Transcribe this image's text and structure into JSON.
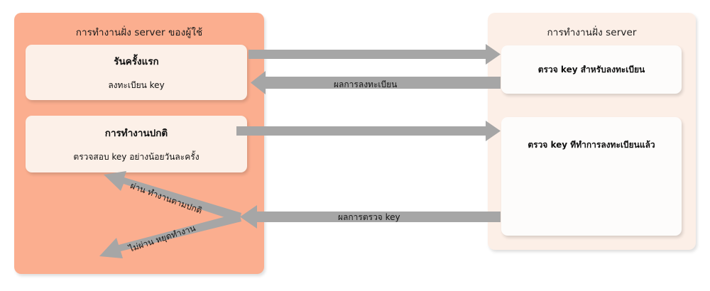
{
  "diagram": {
    "title_hidden": "",
    "colors": {
      "client_panel_bg": "#FBAE8F",
      "server_panel_bg": "#FCEFE7",
      "client_box_bg": "#FCF0E8",
      "server_box_bg": "#FDFCFB",
      "arrow_fill": "#A6A6A6",
      "text": "#101010"
    }
  },
  "client_panel": {
    "title": "การทำงานฝั่ง server ของผู้ใช้",
    "boxes": [
      {
        "id": "first-run",
        "heading": "รันครั้งแรก",
        "subtext": "ลงทะเบียน key"
      },
      {
        "id": "normal-run",
        "heading": "การทำงานปกติ",
        "subtext": "ตรวจสอบ key อย่างน้อยวันละครั้ง"
      }
    ]
  },
  "server_panel": {
    "title": "การทำงานฝั่ง server",
    "boxes": [
      {
        "id": "check-registration",
        "text": "ตรวจ key สำหรับลงทะเบียน"
      },
      {
        "id": "check-registered-key",
        "text": "ตรวจ key ทีทำการลงทะเบียนแล้ว"
      }
    ]
  },
  "arrows": [
    {
      "id": "register-request",
      "label": "",
      "direction": "right",
      "from": "first-run",
      "to": "check-registration"
    },
    {
      "id": "register-result",
      "label": "ผลการลงทะเบียน",
      "direction": "left",
      "from": "check-registration",
      "to": "first-run"
    },
    {
      "id": "key-check-request",
      "label": "",
      "direction": "right",
      "from": "normal-run",
      "to": "check-registered-key"
    },
    {
      "id": "key-check-result",
      "label": "ผลการตรวจ key",
      "direction": "left",
      "from": "check-registered-key",
      "to": "decision-junction"
    },
    {
      "id": "branch-pass",
      "label": "ผ่าน ทำงานตามปกติ",
      "direction": "up-left",
      "from": "decision-junction",
      "to": "normal-run"
    },
    {
      "id": "branch-fail",
      "label": "ไม่ผ่าน หยุดทำงาน",
      "direction": "down-left",
      "from": "decision-junction",
      "to": "stop"
    }
  ]
}
